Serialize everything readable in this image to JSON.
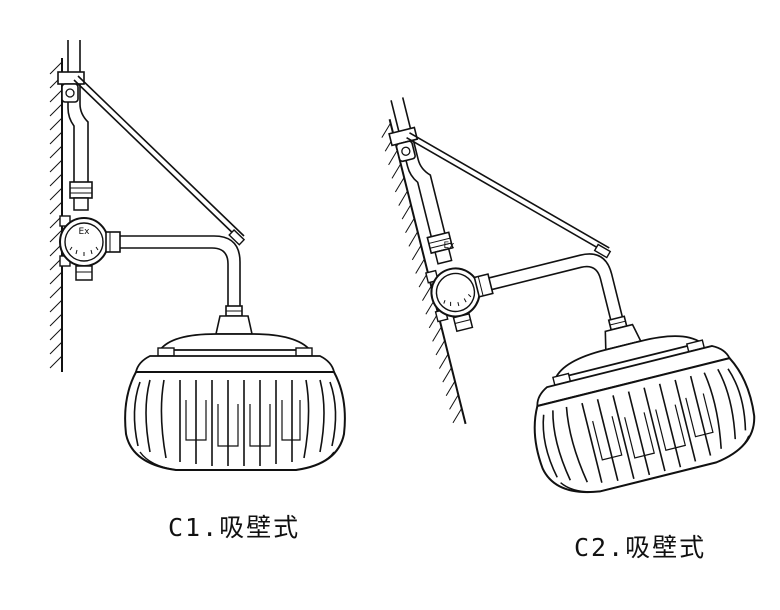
{
  "figures": [
    {
      "caption": "C1.吸壁式",
      "junction_box_label": "Ex"
    },
    {
      "caption": "C2.吸壁式",
      "junction_box_label": "Ex"
    }
  ],
  "colors": {
    "line": "#111111",
    "background": "#ffffff"
  }
}
